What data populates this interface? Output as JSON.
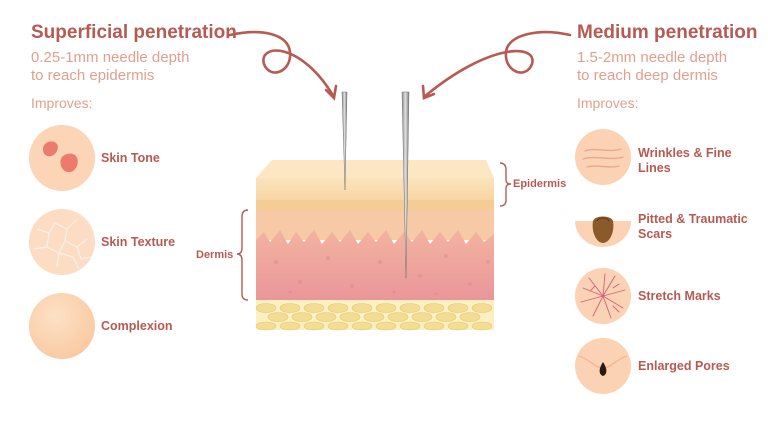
{
  "left": {
    "title": "Superficial penetration",
    "subtitle_line1": "0.25-1mm needle depth",
    "subtitle_line2": "to reach epidermis",
    "improves": "Improves:",
    "items": [
      {
        "label": "Skin Tone",
        "icon": "skin-tone-icon"
      },
      {
        "label": "Skin Texture",
        "icon": "skin-texture-icon"
      },
      {
        "label": "Complexion",
        "icon": "complexion-icon"
      }
    ]
  },
  "right": {
    "title": "Medium penetration",
    "subtitle_line1": "1.5-2mm needle depth",
    "subtitle_line2": "to reach deep dermis",
    "improves": "Improves:",
    "items": [
      {
        "label": "Wrinkles & Fine Lines",
        "icon": "wrinkles-icon"
      },
      {
        "label": "Pitted & Traumatic Scars",
        "icon": "scars-icon"
      },
      {
        "label": "Stretch Marks",
        "icon": "stretch-marks-icon"
      },
      {
        "label": "Enlarged Pores",
        "icon": "pores-icon"
      }
    ]
  },
  "diagram": {
    "epidermis_label": "Epidermis",
    "dermis_label": "Dermis"
  },
  "colors": {
    "heading": "#b65a52",
    "subtitle": "#e0a08f",
    "icon_fill": "#fbd3b4",
    "dermis": "#eea09b",
    "epidermis": "#fad7a8"
  }
}
